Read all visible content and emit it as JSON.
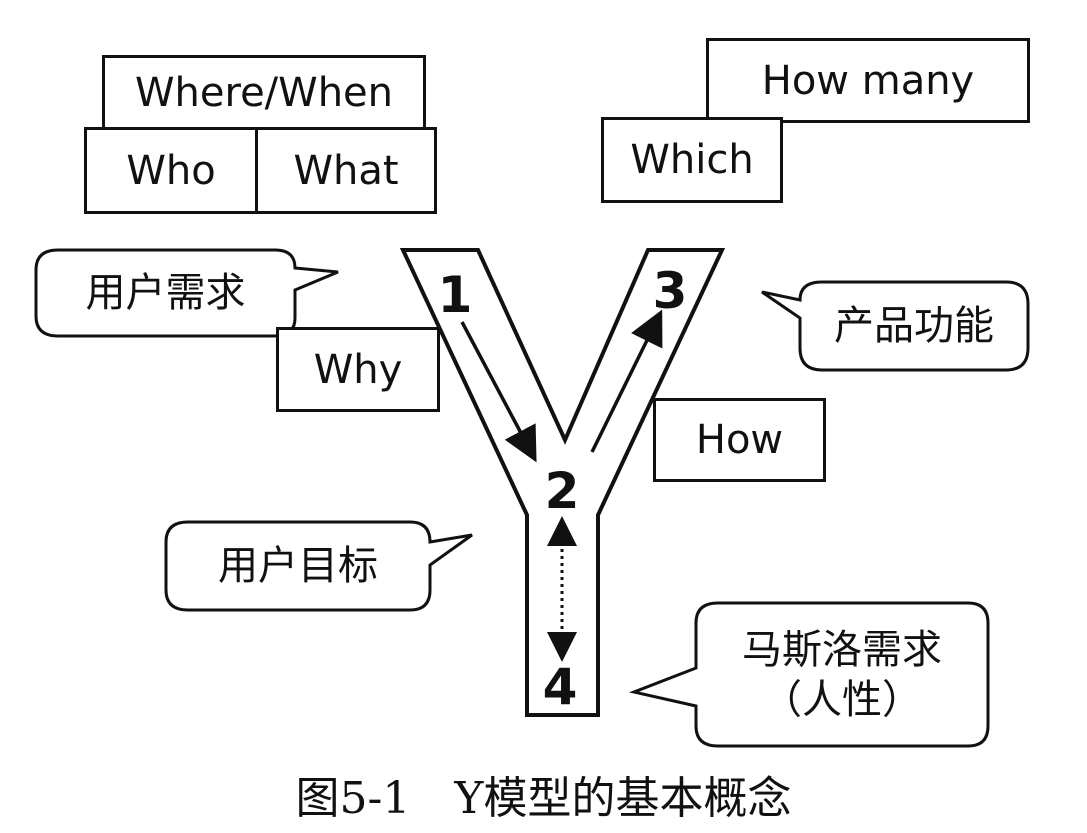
{
  "labels": {
    "where_when": "Where/When",
    "who": "Who",
    "what": "What",
    "how_many": "How many",
    "which": "Which",
    "why": "Why",
    "how": "How"
  },
  "bubbles": {
    "user_needs": "用户需求",
    "product_features": "产品功能",
    "user_goals": "用户目标",
    "maslow_line1": "马斯洛需求",
    "maslow_line2": "（人性）"
  },
  "steps": [
    "1",
    "2",
    "3",
    "4"
  ],
  "caption": "图5-1　Y模型的基本概念",
  "colors": {
    "stroke": "#111111",
    "background": "#ffffff"
  }
}
